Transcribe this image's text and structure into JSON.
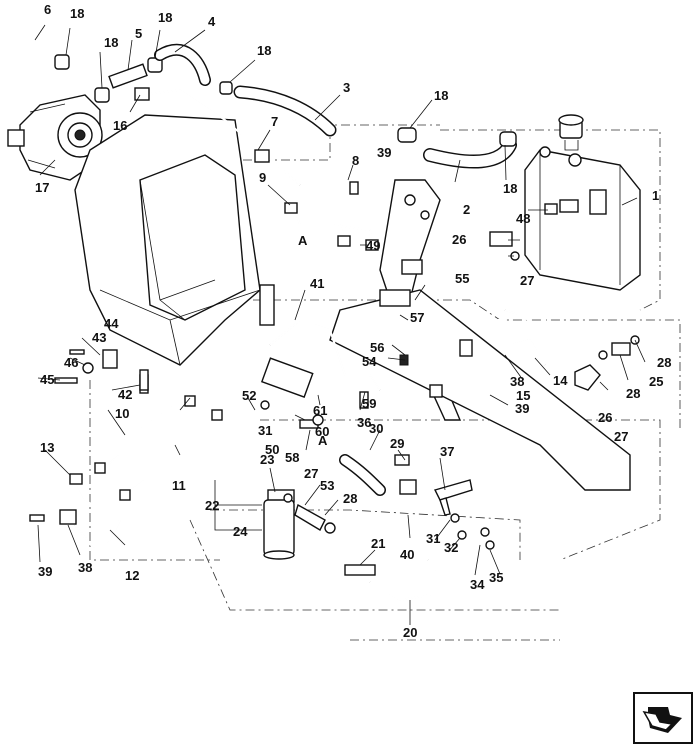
{
  "callouts": [
    "1",
    "2",
    "3",
    "4",
    "5",
    "6",
    "7",
    "8",
    "9",
    "10",
    "11",
    "12",
    "13",
    "14",
    "15",
    "16",
    "17",
    "18",
    "20",
    "21",
    "22",
    "23",
    "24",
    "25",
    "26",
    "27",
    "28",
    "29",
    "30",
    "31",
    "32",
    "34",
    "35",
    "36",
    "37",
    "38",
    "39",
    "40",
    "41",
    "42",
    "43",
    "44",
    "45",
    "46",
    "48",
    "49",
    "50",
    "52",
    "53",
    "54",
    "55",
    "56",
    "57",
    "58",
    "59",
    "60",
    "61"
  ],
  "callout_positions": [],
  "letters": {
    "a": "A"
  },
  "nav": {
    "icon": "next-page-arrow-icon"
  }
}
